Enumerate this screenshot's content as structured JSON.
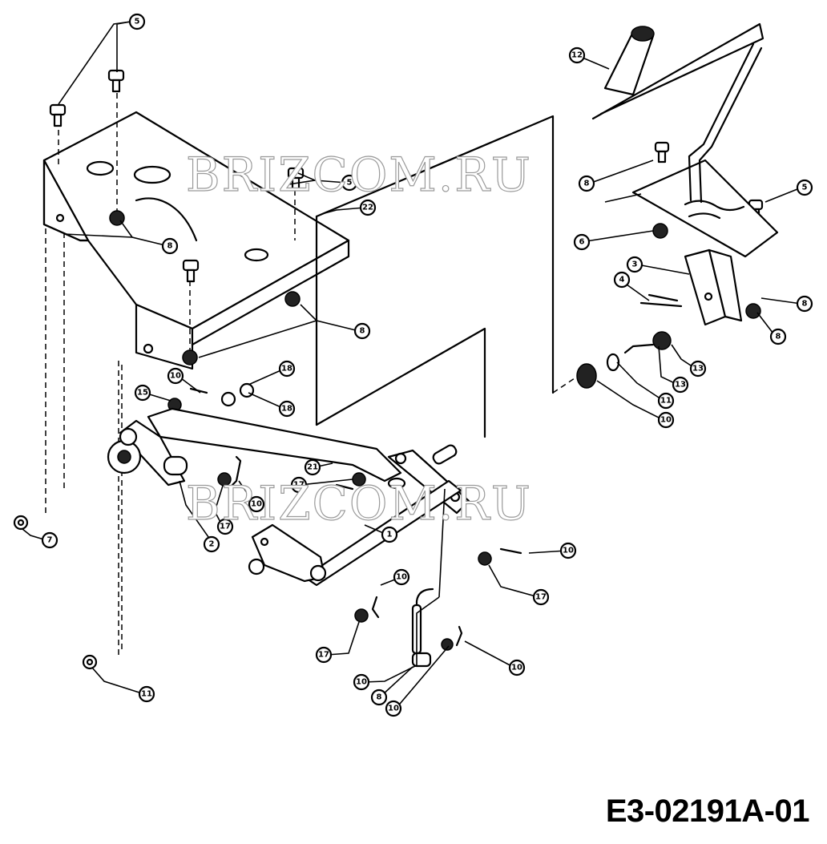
{
  "watermark": "BRIZCOM.RU",
  "drawing_code": "E3-02191A-01",
  "callouts": [
    "5",
    "12",
    "5",
    "22",
    "8",
    "8",
    "5",
    "8",
    "6",
    "3",
    "4",
    "8",
    "8",
    "10",
    "18",
    "15",
    "18",
    "13",
    "11",
    "13",
    "10",
    "21",
    "17",
    "1",
    "10",
    "2",
    "17",
    "7",
    "10",
    "17",
    "10",
    "17",
    "10",
    "8",
    "10",
    "10",
    "11"
  ],
  "colors": {
    "line": "#000000",
    "background": "#ffffff",
    "watermark_outline": "#9a9a9a"
  }
}
